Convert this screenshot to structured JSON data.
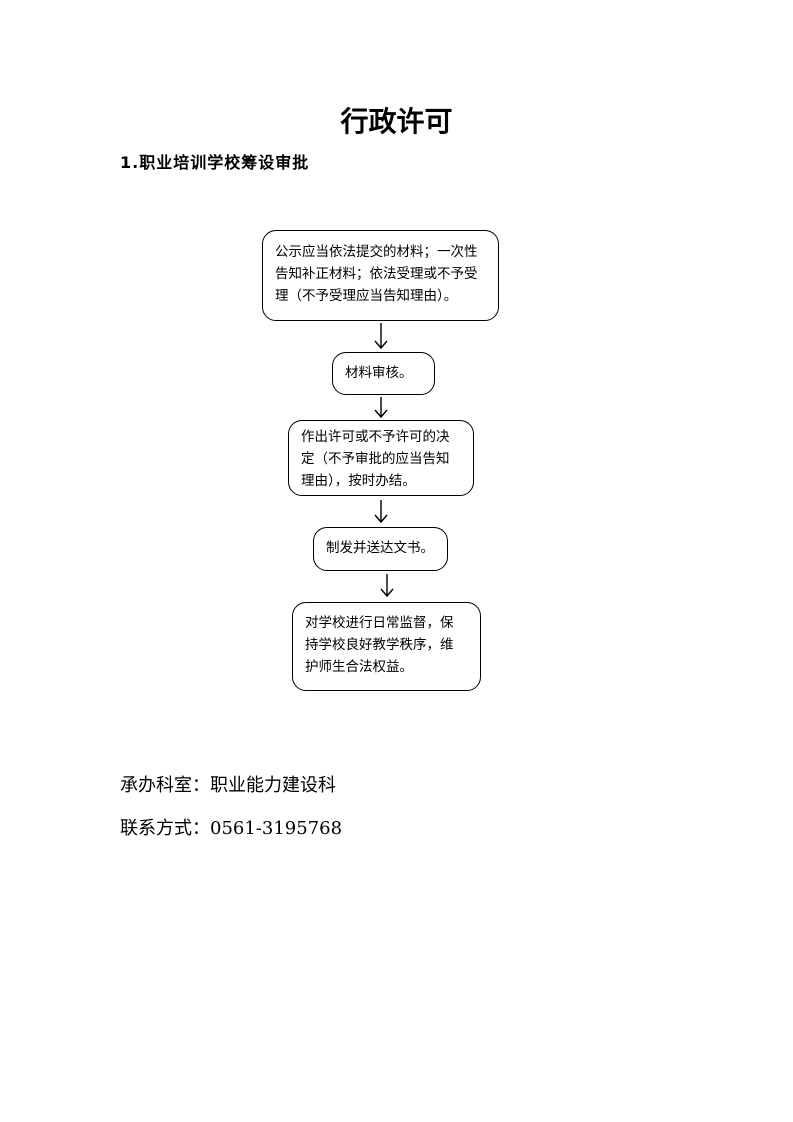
{
  "title": "行政许可",
  "subtitle": "1.职业培训学校筹设审批",
  "flow": {
    "steps": [
      {
        "lines": [
          "公示应当依法提交的材料；一次性",
          "告知补正材料；依法受理或不予受",
          "理（不予受理应当告知理由）。"
        ]
      },
      {
        "lines": [
          "材料审核。"
        ]
      },
      {
        "lines": [
          "作出许可或不予许可的决",
          "定（不予审批的应当告知",
          "理由），按时办结。"
        ]
      },
      {
        "lines": [
          "制发并送达文书。"
        ]
      },
      {
        "lines": [
          "对学校进行日常监督，保",
          "持学校良好教学秩序，维",
          "护师生合法权益。"
        ]
      }
    ]
  },
  "footer": {
    "department": "承办科室：职业能力建设科",
    "contact": "联系方式：0561-3195768"
  }
}
